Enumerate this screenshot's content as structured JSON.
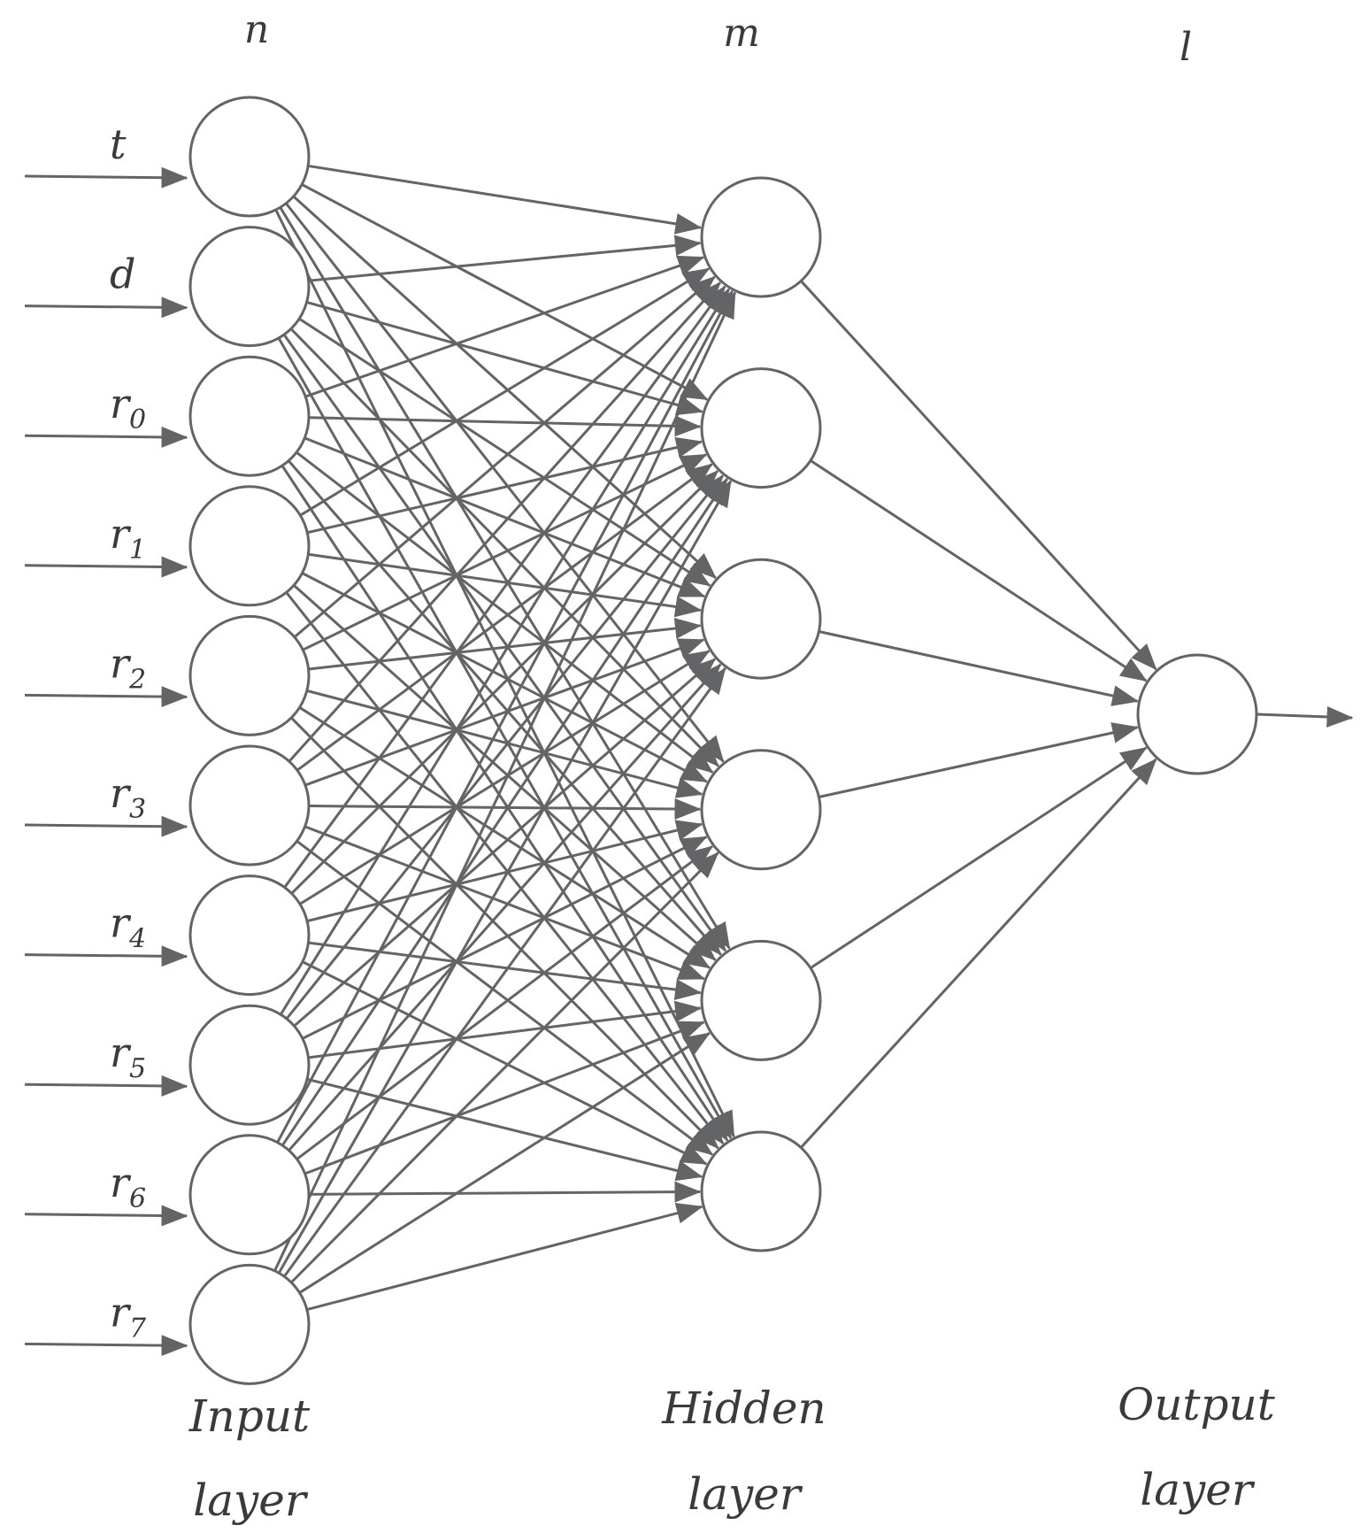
{
  "diagram": {
    "layers": [
      {
        "dimension_label": "n",
        "caption_line1": "Input",
        "caption_line2": "layer",
        "nodes": [
          {
            "base": "t",
            "sub": ""
          },
          {
            "base": "d",
            "sub": ""
          },
          {
            "base": "r",
            "sub": "0"
          },
          {
            "base": "r",
            "sub": "1"
          },
          {
            "base": "r",
            "sub": "2"
          },
          {
            "base": "r",
            "sub": "3"
          },
          {
            "base": "r",
            "sub": "4"
          },
          {
            "base": "r",
            "sub": "5"
          },
          {
            "base": "r",
            "sub": "6"
          },
          {
            "base": "r",
            "sub": "7"
          }
        ]
      },
      {
        "dimension_label": "m",
        "caption_line1": "Hidden",
        "caption_line2": "layer",
        "node_count": 6
      },
      {
        "dimension_label": "l",
        "caption_line1": "Output",
        "caption_line2": "layer",
        "node_count": 1
      }
    ],
    "connectivity": "fully-connected",
    "colors": {
      "stroke": "#636466",
      "node_fill": "#ffffff",
      "text": "#3a3a3a"
    }
  }
}
